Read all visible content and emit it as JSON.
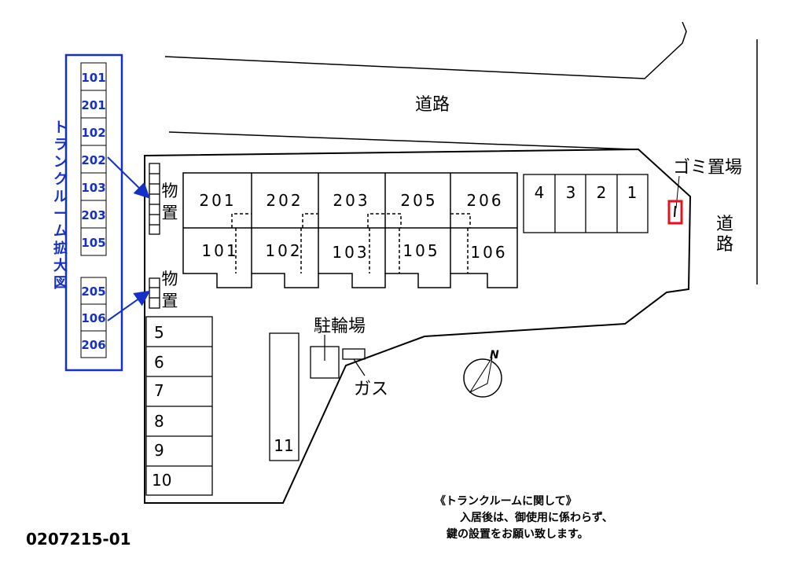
{
  "road_labels": {
    "top": "道路",
    "right": [
      "道",
      "路"
    ]
  },
  "garbage_label": "ゴミ置場",
  "storage_label": [
    "物",
    "置"
  ],
  "trunk_room_title": [
    "ト",
    "ラ",
    "ン",
    "ク",
    "ル",
    "ー",
    "ム",
    "拡",
    "大",
    "図"
  ],
  "trunk_room_upper": [
    "101",
    "201",
    "102",
    "202",
    "103",
    "203",
    "105"
  ],
  "trunk_room_lower": [
    "205",
    "106",
    "206"
  ],
  "units_upper": [
    "201",
    "202",
    "203",
    "205",
    "206"
  ],
  "units_lower": [
    "101",
    "102",
    "103",
    "105",
    "106"
  ],
  "parking_right": [
    "4",
    "3",
    "2",
    "1"
  ],
  "parking_left": [
    "5",
    "6",
    "7",
    "8",
    "9",
    "10"
  ],
  "parking_11": "11",
  "bicycle_label": "駐輪場",
  "gas_label": "ガス",
  "compass_label": "N",
  "doc_id": "0207215-01",
  "note": {
    "title": "《トランクルームに関して》",
    "line1": "入居後は、御使用に係わらず、",
    "line2": "鍵の設置をお願い致します。"
  },
  "colors": {
    "accent_blue": "#1530c8",
    "marker_red": "#e8101a"
  }
}
